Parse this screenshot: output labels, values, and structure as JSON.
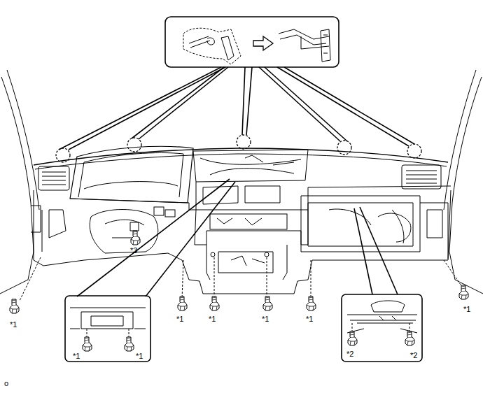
{
  "diagram": {
    "labels": [
      "*3",
      "*1",
      "*1",
      "*1",
      "*1",
      "*1",
      "*1",
      "*1",
      "*1",
      "*2",
      "*2",
      "o"
    ]
  }
}
